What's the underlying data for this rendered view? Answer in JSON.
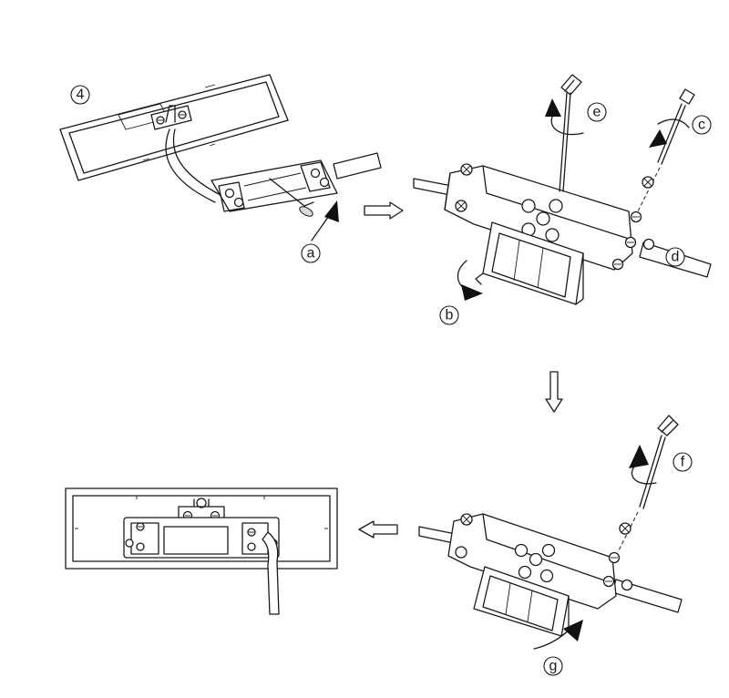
{
  "step_number": "4",
  "callouts": {
    "a": "a",
    "b": "b",
    "c": "c",
    "d": "d",
    "e": "e",
    "f": "f",
    "g": "g"
  }
}
